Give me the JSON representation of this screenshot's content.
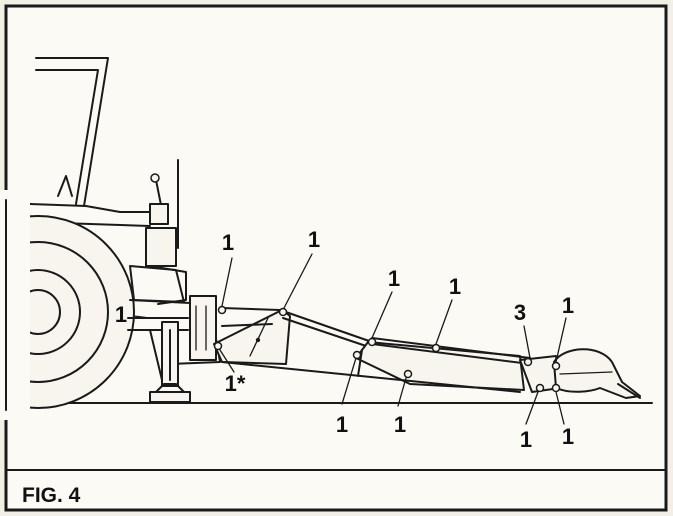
{
  "figure": {
    "caption": "FIG. 4",
    "callouts": [
      {
        "id": "c1",
        "text": "1"
      },
      {
        "id": "c2",
        "text": "1"
      },
      {
        "id": "c3",
        "text": "1"
      },
      {
        "id": "c4",
        "text": "1"
      },
      {
        "id": "c5",
        "text": "1"
      },
      {
        "id": "c6",
        "text": "3"
      },
      {
        "id": "c7",
        "text": "1"
      },
      {
        "id": "c8",
        "text": "1*"
      },
      {
        "id": "c9",
        "text": "1"
      },
      {
        "id": "c10",
        "text": "1"
      },
      {
        "id": "c11",
        "text": "1"
      },
      {
        "id": "c12",
        "text": "1"
      }
    ]
  }
}
